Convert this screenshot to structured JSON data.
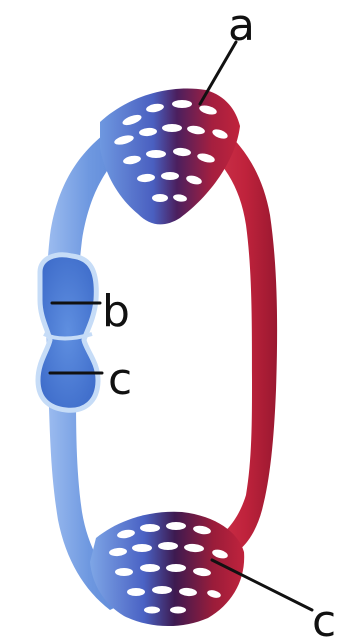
{
  "labels": {
    "a": "a",
    "b": "b",
    "c_upper": "c",
    "c_lower": "c"
  },
  "colors": {
    "background": "#ffffff",
    "venous_blue": "#6e98e0",
    "venous_blue_light": "#a9c6f2",
    "venous_blue_dark": "#3f66c4",
    "arterial_red": "#c0233c",
    "arterial_red_dark": "#8f1428",
    "capillary_purple": "#5a1d52",
    "leader_line": "#111111"
  }
}
